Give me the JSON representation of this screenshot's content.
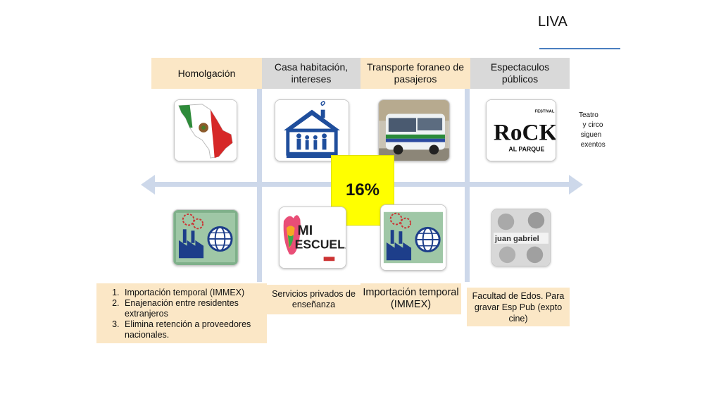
{
  "title": "LIVA",
  "headers": [
    {
      "label": "Homolgación"
    },
    {
      "label": "Casa habitación, intereses"
    },
    {
      "label": "Transporte foraneo de pasajeros"
    },
    {
      "label": "Espectaculos públicos"
    }
  ],
  "center_rate": "16%",
  "side_note": "Teatro\n  y circo\n siguen\n exentos",
  "images": {
    "mexico_flag_map": {
      "icon": "mexico-map-icon"
    },
    "house_family": {
      "icon": "house-family-icon"
    },
    "bus": {
      "icon": "bus-icon"
    },
    "rock_festival": {
      "icon": "rock-festival-logo",
      "top_text": "FESTIVAL",
      "word": "RoCK",
      "bottom_text": "AL PARQUE"
    },
    "factory_globe_1": {
      "icon": "factory-globe-icon"
    },
    "mi_escuela": {
      "icon": "mi-escuela-logo",
      "line1": "MI",
      "line2": "ESCUELA"
    },
    "factory_globe_2": {
      "icon": "factory-globe-icon"
    },
    "juan_gabriel": {
      "icon": "juan-gabriel-photo",
      "text": "juan gabriel"
    }
  },
  "bottom_boxes": {
    "box1_items": [
      "Importación temporal (IMMEX)",
      "Enajenación entre residentes extranjeros",
      "Elimina retención a proveedores nacionales."
    ],
    "box2": "Servicios privados de enseñanza",
    "box3": "Importación temporal (IMMEX)",
    "box4": "Facultad de Edos. Para gravar Esp Pub (expto cine)"
  },
  "colors": {
    "tan": "#fbe7c6",
    "gray": "#d9d9d9",
    "axis": "#cdd8ea",
    "highlight": "#ffff00",
    "rule": "#4a7fc0"
  }
}
